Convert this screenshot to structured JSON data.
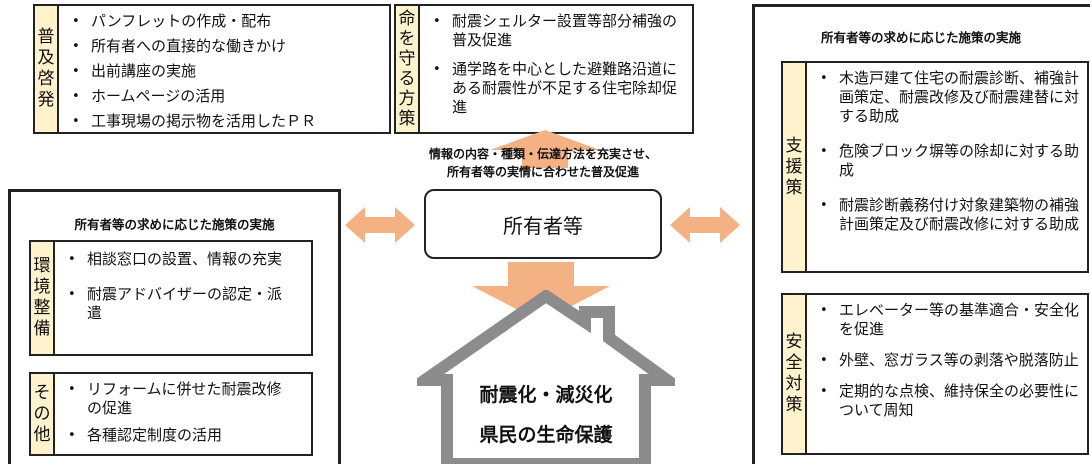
{
  "top_left": {
    "tab": [
      "普",
      "及",
      "啓",
      "発"
    ],
    "items": [
      "パンフレットの作成・配布",
      "所有者への直接的な働きかけ",
      "出前講座の実施",
      "ホームページの活用",
      "工事現場の掲示物を活用したＰＲ"
    ]
  },
  "top_middle": {
    "tab": [
      "命",
      "を",
      "守",
      "る",
      "方",
      "策"
    ],
    "items": [
      "耐震シェルター設置等部分補強の普及促進",
      "通学路を中心とした避難路沿道にある耐震性が不足する住宅除却促進"
    ]
  },
  "caption": {
    "line1": "情報の内容・種類・伝達方法を充実させ、",
    "line2": "所有者等の実情に合わせた普及促進"
  },
  "owner_label": "所有者等",
  "left_panel": {
    "title": "所有者等の求めに応じた施策の実施",
    "env_tab": [
      "環",
      "境",
      "整",
      "備"
    ],
    "env_items": [
      "相談窓口の設置、情報の充実",
      "耐震アドバイザーの認定・派遣"
    ],
    "other_tab": [
      "そ",
      "の",
      "他"
    ],
    "other_items": [
      "リフォームに併せた耐震改修の促進",
      "各種認定制度の活用"
    ]
  },
  "right_panel": {
    "title": "所有者等の求めに応じた施策の実施",
    "support_tab": [
      "支",
      "援",
      "策"
    ],
    "support_items": [
      "木造戸建て住宅の耐震診断、補強計画策定、耐震改修及び耐震建替に対する助成",
      "危険ブロック塀等の除却に対する助成",
      "耐震診断義務付け対象建築物の補強計画策定及び耐震改修に対する助成"
    ],
    "safety_tab": [
      "安",
      "全",
      "対",
      "策"
    ],
    "safety_items": [
      "エレベーター等の基準適合・安全化を促進",
      "外壁、窓ガラス等の剥落や脱落防止",
      "定期的な点検、維持保全の必要性について周知"
    ]
  },
  "house": {
    "line1": "耐震化・減災化",
    "line2": "県民の生命保護"
  },
  "colors": {
    "tab_fill": "#fff2cc",
    "arrow_fill": "#f4b183",
    "border": "#222222"
  }
}
